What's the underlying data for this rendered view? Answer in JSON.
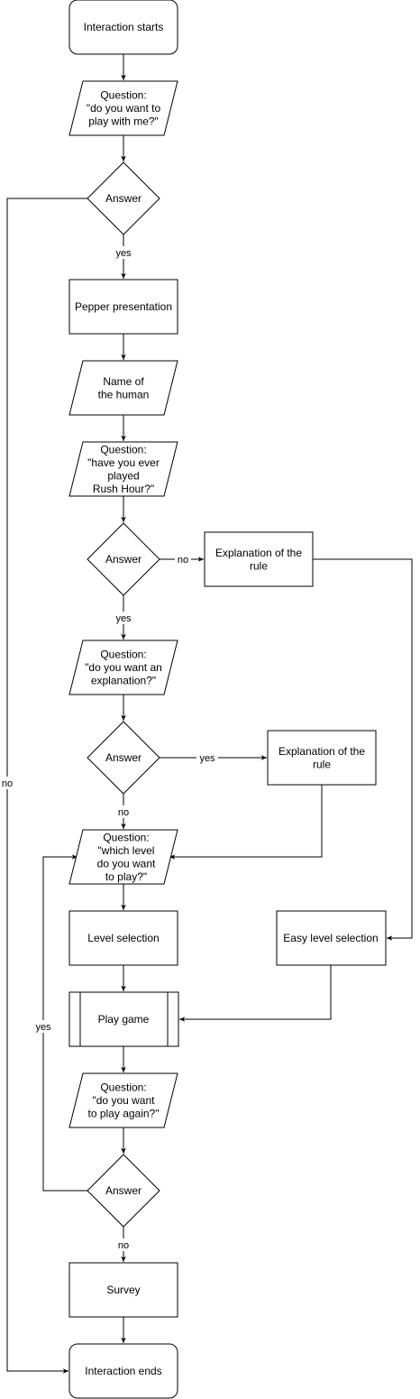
{
  "nodes": {
    "start": [
      "Interaction starts"
    ],
    "q_play": [
      "Question:",
      "\"do you want to",
      "play with me?\""
    ],
    "answer1": [
      "Answer"
    ],
    "presentation": [
      "Pepper presentation"
    ],
    "name": [
      "Name of",
      "the human"
    ],
    "q_rush": [
      "Question:",
      "\"have you ever",
      "played",
      "Rush Hour?\""
    ],
    "answer2": [
      "Answer"
    ],
    "expl1": [
      "Explanation of the",
      "rule"
    ],
    "q_expl": [
      "Question:",
      "\"do you want an",
      "explanation?\""
    ],
    "answer3": [
      "Answer"
    ],
    "expl2": [
      "Explanation of the",
      "rule"
    ],
    "q_level": [
      "Question:",
      "\"which level",
      "do you want",
      "to play?\""
    ],
    "level_sel": [
      "Level selection"
    ],
    "easy_level": [
      "Easy level selection"
    ],
    "play": [
      "Play game"
    ],
    "q_again": [
      "Question:",
      "\"do you want",
      "to play again?\""
    ],
    "answer4": [
      "Answer"
    ],
    "survey": [
      "Survey"
    ],
    "end": [
      "Interaction ends"
    ]
  },
  "edge_labels": {
    "a1_yes": "yes",
    "a1_no": "no",
    "a2_no": "no",
    "a2_yes": "yes",
    "a3_yes": "yes",
    "a3_no": "no",
    "a4_yes": "yes",
    "a4_no": "no"
  }
}
